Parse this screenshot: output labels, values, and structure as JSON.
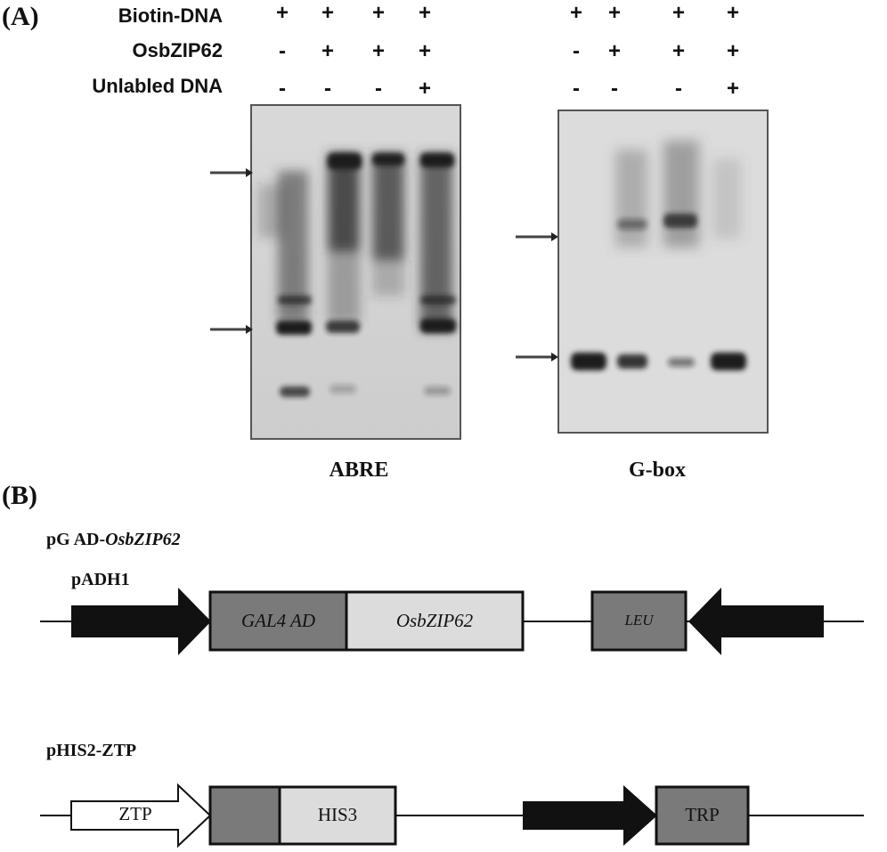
{
  "panel_a": {
    "label": "(A)",
    "rows": [
      {
        "label": "Biotin-DNA",
        "signs": [
          "+",
          "+",
          "+",
          "+",
          "+",
          "+",
          "+",
          "+"
        ]
      },
      {
        "label": "OsbZIP62",
        "signs": [
          "-",
          "+",
          "+",
          "+",
          "-",
          "+",
          "+",
          "+"
        ]
      },
      {
        "label": "Unlabled DNA",
        "signs": [
          "-",
          "-",
          "-",
          "+",
          "-",
          "-",
          "-",
          "+"
        ]
      }
    ],
    "gels": [
      {
        "caption": "ABRE"
      },
      {
        "caption": "G-box"
      }
    ]
  },
  "panel_b": {
    "label": "(B)",
    "construct1": {
      "name_prefix": "pG AD-",
      "name_italic": "OsbZIP62",
      "promoter": "pADH1",
      "box1": "GAL4 AD",
      "box2": "OsbZIP62",
      "box3": "LEU"
    },
    "construct2": {
      "name": "pHIS2-ZTP",
      "arrow": "ZTP",
      "box1": "HIS3",
      "box2": "TRP"
    }
  }
}
